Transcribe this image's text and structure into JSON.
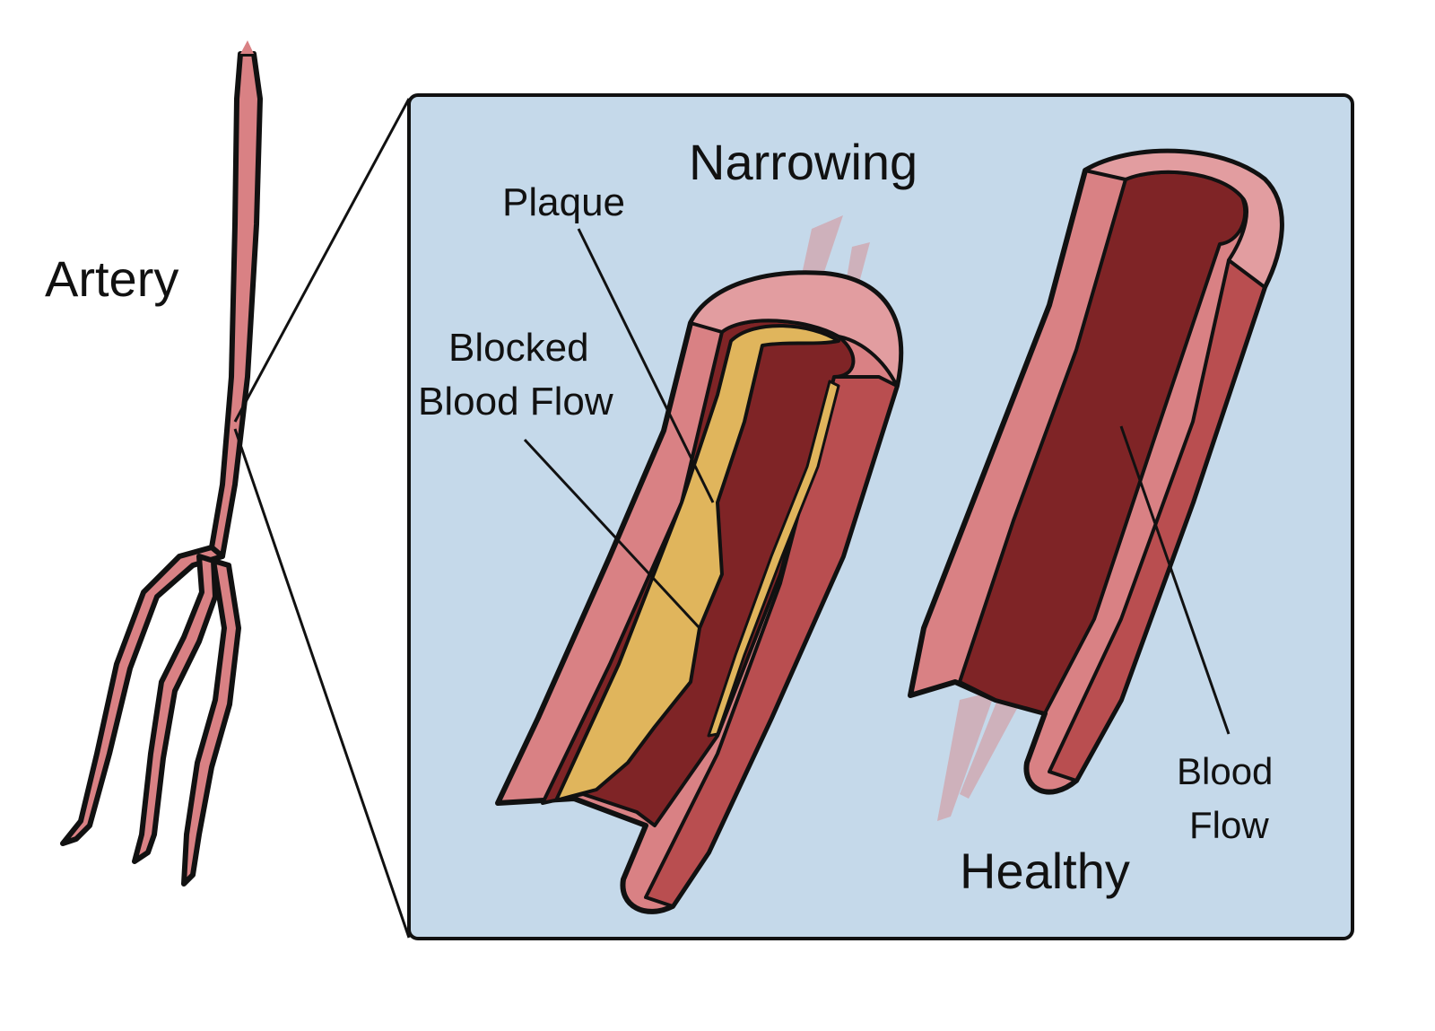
{
  "labels": {
    "artery": "Artery",
    "narrowing": "Narrowing",
    "plaque": "Plaque",
    "blocked_line1": "Blocked",
    "blocked_line2": "Blood Flow",
    "healthy": "Healthy",
    "blood_flow_line1": "Blood",
    "blood_flow_line2": "Flow"
  },
  "colors": {
    "panel_background": "#c5d9ea",
    "vessel_wall_light": "#d98184",
    "vessel_wall_dark": "#b94e50",
    "vessel_lumen": "#7f2426",
    "plaque": "#e0b55c",
    "outline": "#111111"
  }
}
